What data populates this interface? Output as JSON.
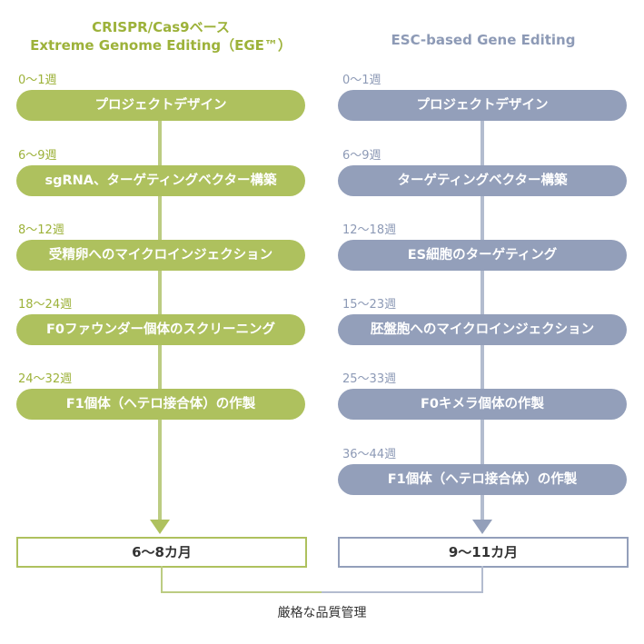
{
  "left_column": {
    "title_line1": "CRISPR/Cas9ベース",
    "title_line2": "Extreme Genome Editing（EGE™）",
    "steps": [
      {
        "week": "0〜1週",
        "label": "プロジェクトデザイン"
      },
      {
        "week": "6〜9週",
        "label": "sgRNA、ターゲティングベクター構築"
      },
      {
        "week": "8〜12週",
        "label": "受精卵へのマイクロインジェクション"
      },
      {
        "week": "18〜24週",
        "label": "F0ファウンダー個体のスクリーニング"
      },
      {
        "week": "24〜32週",
        "label": "F1個体（ヘテロ接合体）の作製"
      }
    ],
    "result": "6〜8カ月",
    "color": "#aec15e"
  },
  "right_column": {
    "title": "ESC-based Gene Editing",
    "steps": [
      {
        "week": "0〜1週",
        "label": "プロジェクトデザイン"
      },
      {
        "week": "6〜9週",
        "label": "ターゲティングベクター構築"
      },
      {
        "week": "12〜18週",
        "label": "ES細胞のターゲティング"
      },
      {
        "week": "15〜23週",
        "label": "胚盤胞へのマイクロインジェクション"
      },
      {
        "week": "25〜33週",
        "label": "F0キメラ個体の作製"
      },
      {
        "week": "36〜44週",
        "label": "F1個体（ヘテロ接合体）の作製"
      }
    ],
    "result": "9〜11カ月",
    "color": "#939fba"
  },
  "footer": "厳格な品質管理"
}
